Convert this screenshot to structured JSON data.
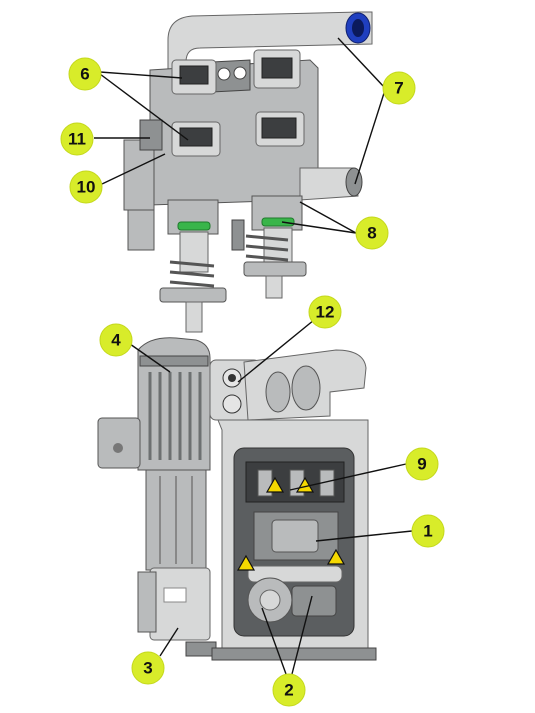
{
  "callouts": [
    {
      "id": "c1",
      "label": "1"
    },
    {
      "id": "c2",
      "label": "2"
    },
    {
      "id": "c3",
      "label": "3"
    },
    {
      "id": "c4",
      "label": "4"
    },
    {
      "id": "c6",
      "label": "6"
    },
    {
      "id": "c7",
      "label": "7"
    },
    {
      "id": "c8",
      "label": "8"
    },
    {
      "id": "c9",
      "label": "9"
    },
    {
      "id": "c10",
      "label": "10"
    },
    {
      "id": "c11",
      "label": "11"
    },
    {
      "id": "c12",
      "label": "12"
    }
  ],
  "colors": {
    "callout_fill": "#d8ec2a",
    "seal_green": "#39b54a",
    "port_blue": "#1f3fbf",
    "warning_yellow": "#f5d800"
  }
}
